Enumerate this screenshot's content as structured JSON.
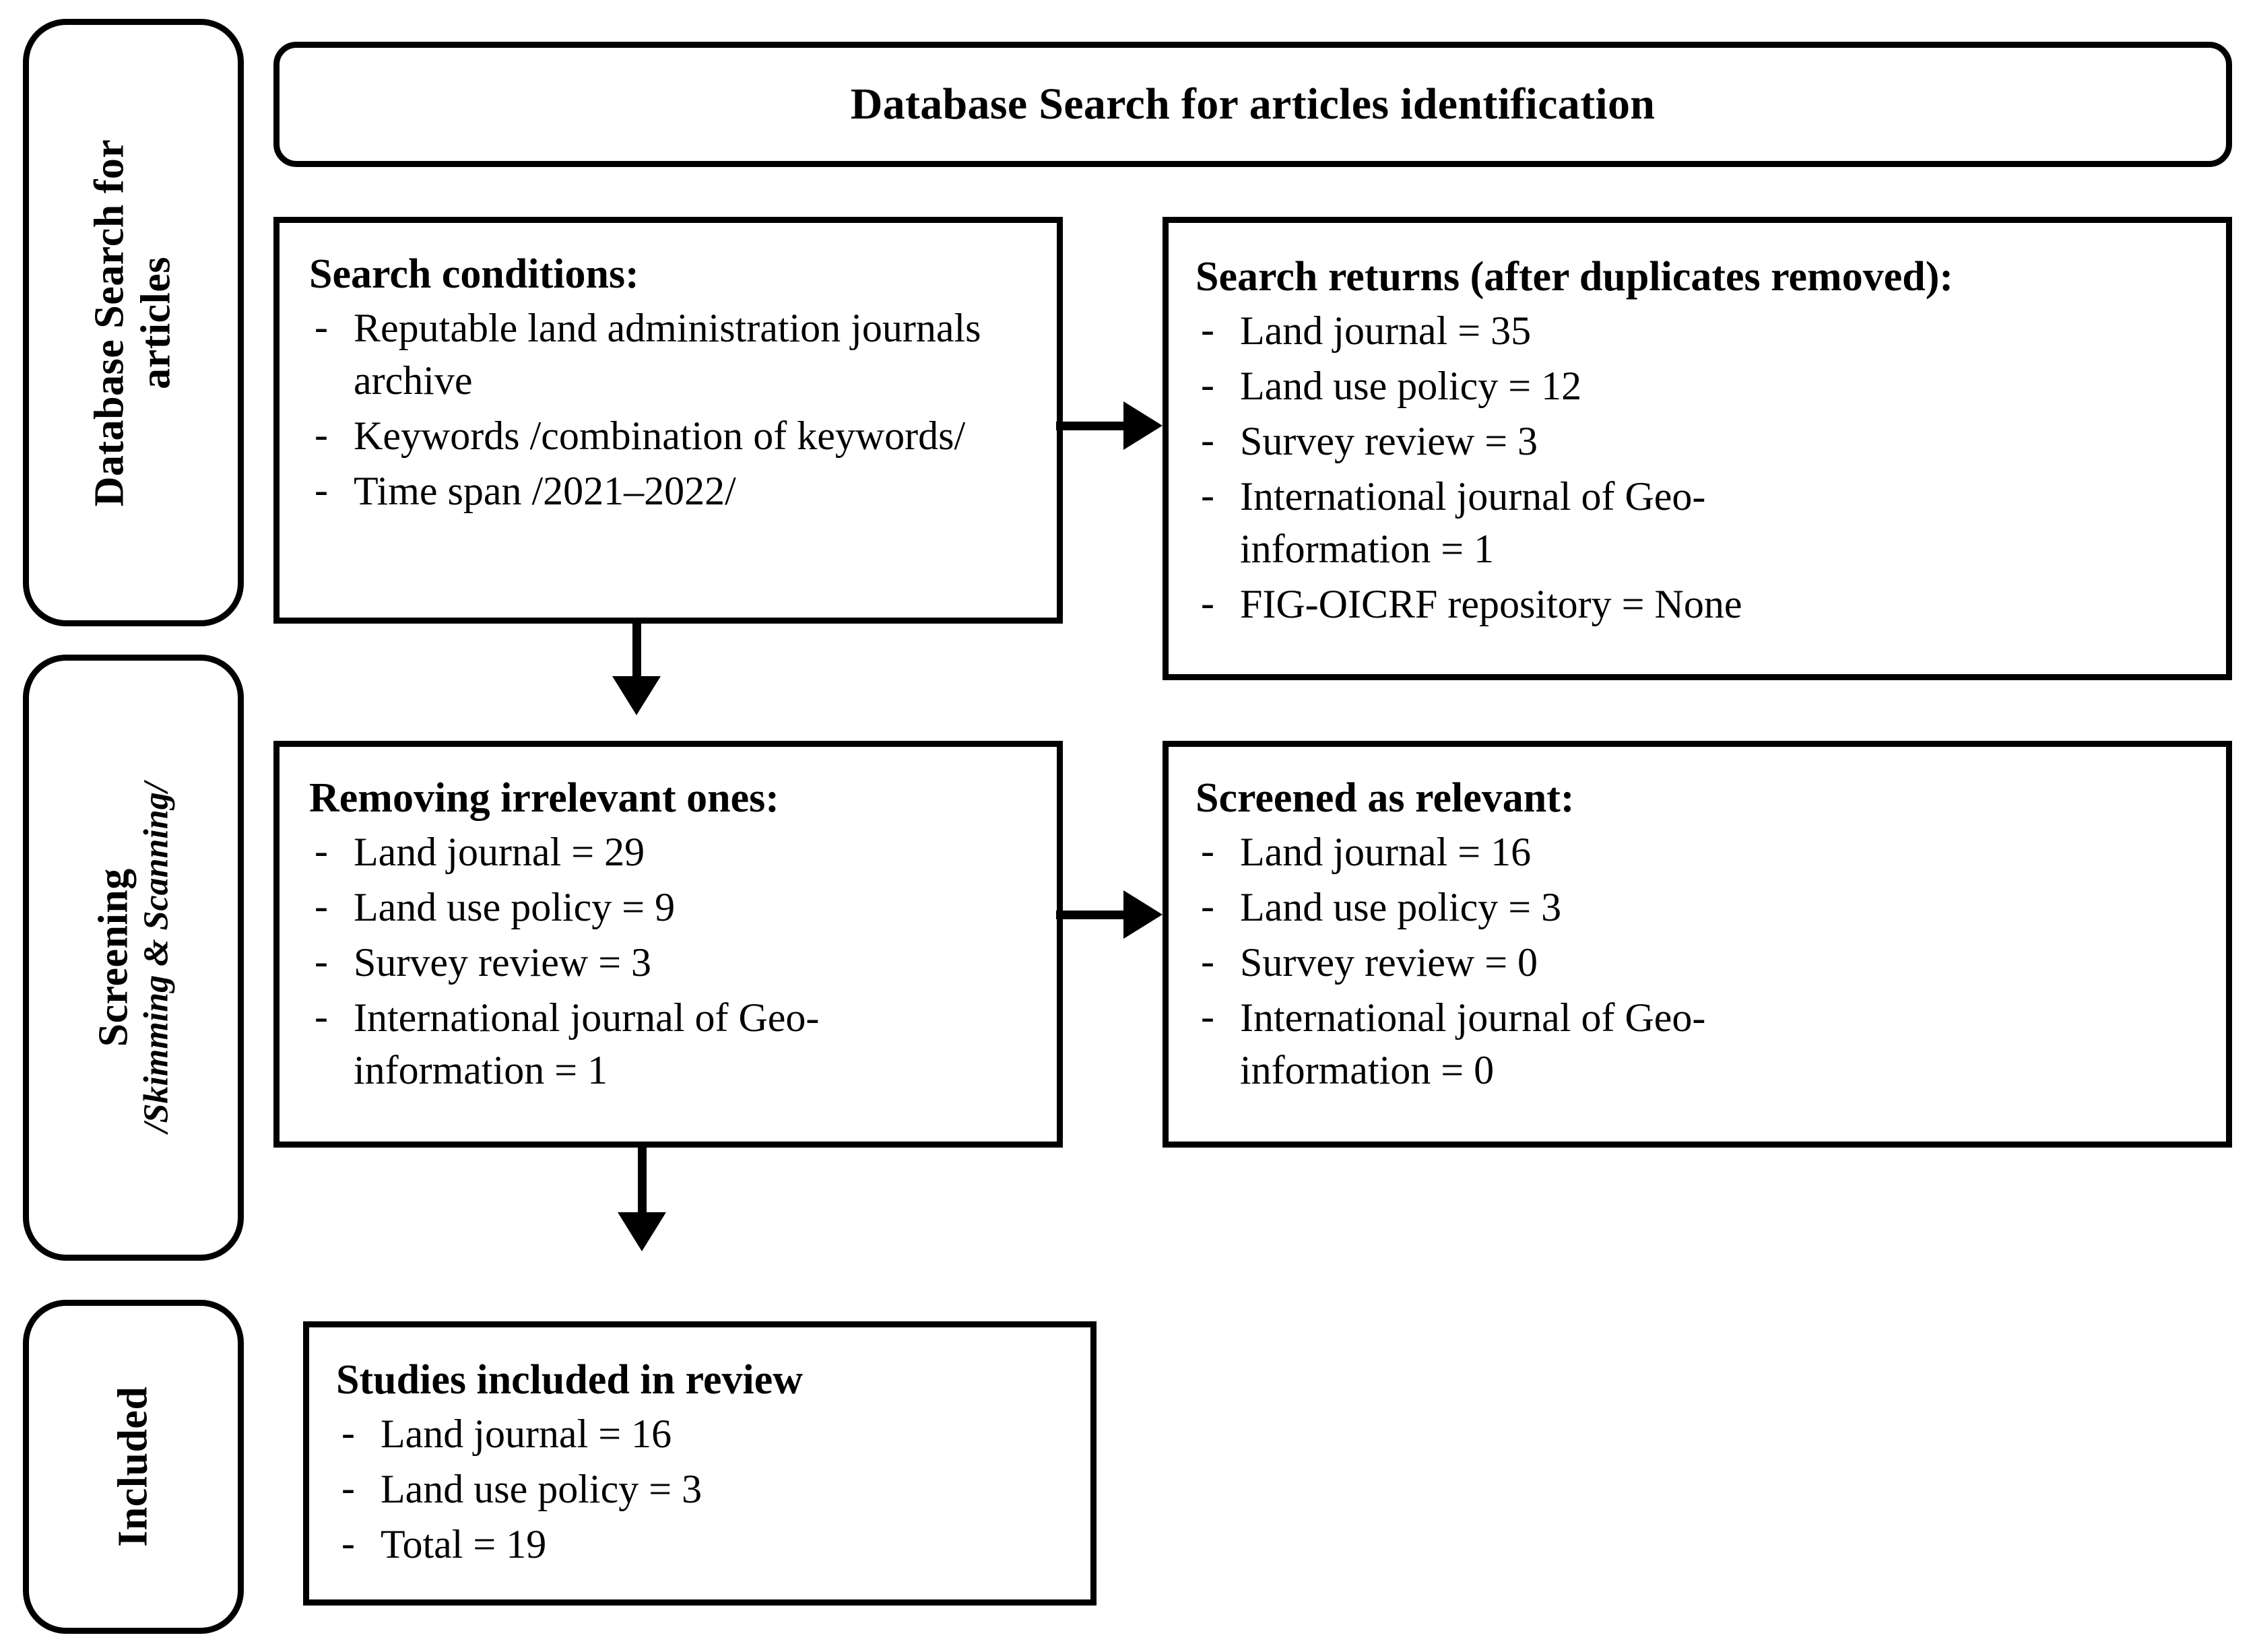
{
  "diagram": {
    "type": "prisma-flow-diagram",
    "header": {
      "title": "Database Search for articles identification"
    },
    "stages": [
      {
        "id": "identification",
        "line1": "Database Search for",
        "line2": "articles"
      },
      {
        "id": "screening",
        "line1": "Screening",
        "line2": "/Skimming & Scanning/"
      },
      {
        "id": "included",
        "line1": "Included",
        "line2": ""
      }
    ],
    "boxes": {
      "search_conditions": {
        "title": "Search conditions:",
        "items": [
          "Reputable land administration journals archive",
          "Keywords /combination of keywords/",
          "Time span /2021–2022/"
        ]
      },
      "search_returns": {
        "title": "Search returns (after duplicates removed):",
        "items": [
          "Land journal = 35",
          "Land use policy = 12",
          "Survey review = 3",
          "International journal of Geo-information = 1",
          "FIG-OICRF repository = None"
        ]
      },
      "removing_irrelevant": {
        "title": "Removing irrelevant ones:",
        "items": [
          "Land journal = 29",
          "Land use policy = 9",
          "Survey review = 3",
          "International journal of Geo-information = 1"
        ]
      },
      "screened_relevant": {
        "title": "Screened as relevant:",
        "items": [
          "Land journal = 16",
          "Land use policy = 3",
          "Survey review = 0",
          "International journal of Geo-information = 0"
        ]
      },
      "studies_included": {
        "title": "Studies included in review",
        "items": [
          "Land journal = 16",
          "Land use policy = 3",
          "Total = 19"
        ]
      }
    },
    "arrows": [
      {
        "id": "conditions-to-returns",
        "direction": "right"
      },
      {
        "id": "conditions-to-removing",
        "direction": "down"
      },
      {
        "id": "removing-to-screened",
        "direction": "right"
      },
      {
        "id": "removing-to-included",
        "direction": "down"
      }
    ],
    "colors": {
      "stroke": "#000000",
      "background": "#ffffff",
      "text": "#000000"
    }
  }
}
